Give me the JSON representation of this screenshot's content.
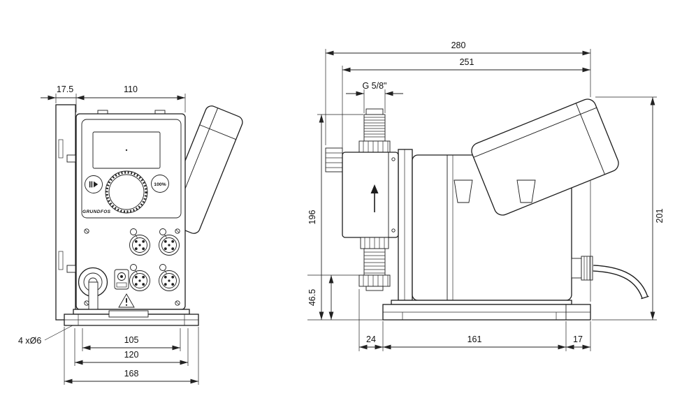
{
  "drawing": {
    "front_view": {
      "dim_plate_offset": "17.5",
      "dim_housing_width": "110",
      "dim_holes_spacing": "105",
      "dim_base_mid": "120",
      "dim_base_width": "168",
      "label_mounting_holes": "4 xØ6",
      "button_max_label": "100%",
      "brand_label": "GRUNDFOS"
    },
    "side_view": {
      "dim_overall_depth": "280",
      "dim_body_depth": "251",
      "label_thread": "G 5/8\"",
      "dim_height_total": "196",
      "dim_suction_height": "46.5",
      "dim_height_right": "201",
      "dim_foot_left": "24",
      "dim_foot_mid": "161",
      "dim_foot_right": "17"
    }
  }
}
